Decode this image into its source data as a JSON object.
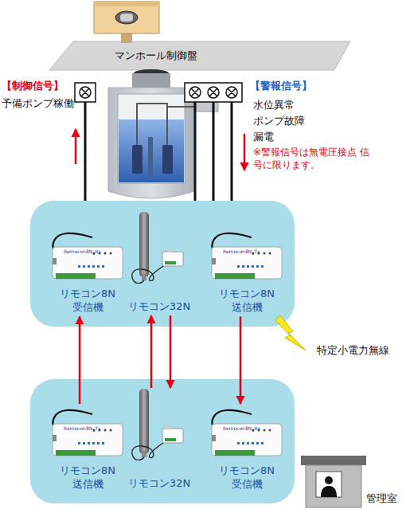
{
  "diagram": {
    "nodes": [
      {
        "text": [
          "マンホール制御盤"
        ]
      },
      {
        "text": [
          "Remocon8N_Rx",
          "リモコン8N 受信機"
        ]
      },
      {
        "text": [
          "リモコン32N"
        ]
      },
      {
        "text": [
          "Remocon8N_Tx",
          "リモコン8N 送信機"
        ]
      },
      {
        "text": [
          "Remocon8N_Tx",
          "リモコン8N 送信機"
        ]
      },
      {
        "text": [
          "リモコン32N"
        ]
      },
      {
        "text": [
          "Remocon8N_Rx",
          "リモコン8N 受信機"
        ]
      },
      {
        "text": [
          "管理室"
        ]
      }
    ],
    "edges": [
      {
        "from": 4,
        "to": 1,
        "arrow": "to"
      },
      {
        "from": 5,
        "to": 2,
        "arrow": "to"
      },
      {
        "from": 2,
        "to": 5,
        "arrow": "to"
      },
      {
        "from": 3,
        "to": 6,
        "arrow": "to"
      }
    ],
    "labels": [
      "【制御信号】",
      "予備ポンプ稼働",
      "【警報信号】",
      "水位異常",
      "ポンプ故障",
      "漏電",
      "※警報信号は無電圧接点 信号に限ります。",
      "特定小電力無線"
    ]
  }
}
